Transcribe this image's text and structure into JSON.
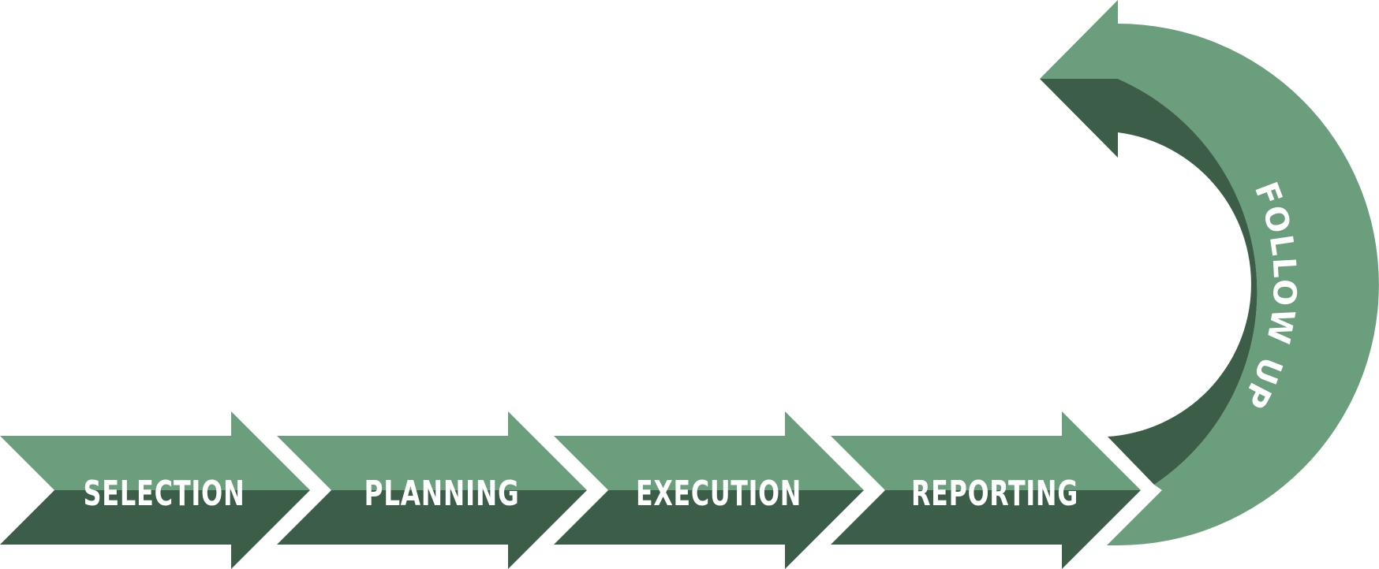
{
  "steps": [
    {
      "label": "SELECTION"
    },
    {
      "label": "PLANNING"
    },
    {
      "label": "EXECUTION"
    },
    {
      "label": "REPORTING"
    }
  ],
  "loop": {
    "label": "FOLLOW UP"
  },
  "colors": {
    "light": "#6a9e7c",
    "dark": "#3c5d48",
    "text": "#ffffff",
    "background": "#ffffff"
  }
}
